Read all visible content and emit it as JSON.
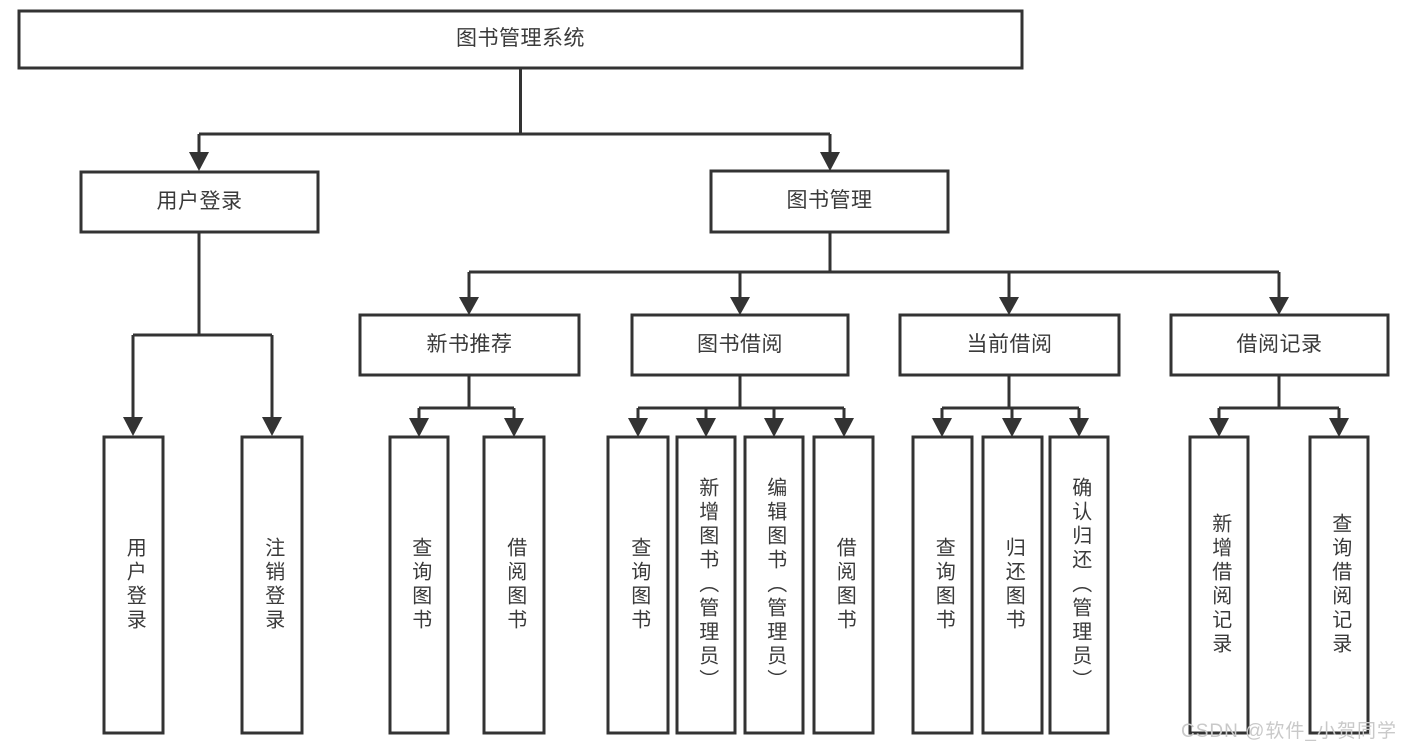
{
  "diagram": {
    "type": "tree-hierarchy",
    "orientation": "top-down",
    "root": {
      "id": "root",
      "label": "图书管理系统",
      "text_direction": "horizontal"
    },
    "level2": [
      {
        "id": "user-login",
        "label": "用户登录",
        "text_direction": "horizontal"
      },
      {
        "id": "book-manage",
        "label": "图书管理",
        "text_direction": "horizontal"
      }
    ],
    "level3": [
      {
        "id": "new-book-rec",
        "label": "新书推荐",
        "text_direction": "horizontal",
        "parent": "book-manage"
      },
      {
        "id": "book-borrow",
        "label": "图书借阅",
        "text_direction": "horizontal",
        "parent": "book-manage"
      },
      {
        "id": "current-borrow",
        "label": "当前借阅",
        "text_direction": "horizontal",
        "parent": "book-manage"
      },
      {
        "id": "borrow-record",
        "label": "借阅记录",
        "text_direction": "horizontal",
        "parent": "book-manage"
      }
    ],
    "leaves": [
      {
        "id": "leaf-user-login",
        "label": "用户登录",
        "text_direction": "vertical",
        "parent": "user-login"
      },
      {
        "id": "leaf-logout-login",
        "label": "注销登录",
        "text_direction": "vertical",
        "parent": "user-login"
      },
      {
        "id": "leaf-query-book-1",
        "label": "查询图书",
        "text_direction": "vertical",
        "parent": "new-book-rec"
      },
      {
        "id": "leaf-borrow-book-1",
        "label": "借阅图书",
        "text_direction": "vertical",
        "parent": "new-book-rec"
      },
      {
        "id": "leaf-query-book-2",
        "label": "查询图书",
        "text_direction": "vertical",
        "parent": "book-borrow"
      },
      {
        "id": "leaf-add-book",
        "label": "新增图书（管理员）",
        "text_direction": "vertical",
        "parent": "book-borrow"
      },
      {
        "id": "leaf-edit-book",
        "label": "编辑图书（管理员）",
        "text_direction": "vertical",
        "parent": "book-borrow"
      },
      {
        "id": "leaf-borrow-book-2",
        "label": "借阅图书",
        "text_direction": "vertical",
        "parent": "book-borrow"
      },
      {
        "id": "leaf-query-book-3",
        "label": "查询图书",
        "text_direction": "vertical",
        "parent": "current-borrow"
      },
      {
        "id": "leaf-return-book",
        "label": "归还图书",
        "text_direction": "vertical",
        "parent": "current-borrow"
      },
      {
        "id": "leaf-confirm-return",
        "label": "确认归还（管理员）",
        "text_direction": "vertical",
        "parent": "current-borrow"
      },
      {
        "id": "leaf-add-record",
        "label": "新增借阅记录",
        "text_direction": "vertical",
        "parent": "borrow-record"
      },
      {
        "id": "leaf-query-record",
        "label": "查询借阅记录",
        "text_direction": "vertical",
        "parent": "borrow-record"
      }
    ]
  },
  "watermark": {
    "text": "CSDN @软件_小贺同学"
  },
  "colors": {
    "background": "#ffffff",
    "box_stroke": "#333333",
    "box_fill": "#ffffff",
    "text": "#3a3a3a",
    "watermark": "#c9c9c9"
  }
}
